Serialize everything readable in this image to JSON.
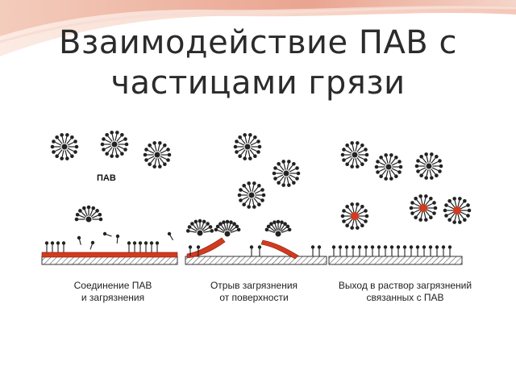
{
  "slide": {
    "title_line1": "Взаимодействие ПАВ с",
    "title_line2": "частицами грязи"
  },
  "figure": {
    "surfactant_label": "ПАВ",
    "panels": [
      {
        "caption_line1": "Соединение ПАВ",
        "caption_line2": "и загрязнения"
      },
      {
        "caption_line1": "Отрыв загрязнения",
        "caption_line2": "от поверхности"
      },
      {
        "caption_line1": "Выход в раствор загрязнений",
        "caption_line2": "связанных с ПАВ"
      }
    ],
    "colors": {
      "dirt": "#d43a1f",
      "micelle": "#222222",
      "substrate_hatch": "#555555",
      "decor_swoosh": "#e8a38e"
    }
  }
}
